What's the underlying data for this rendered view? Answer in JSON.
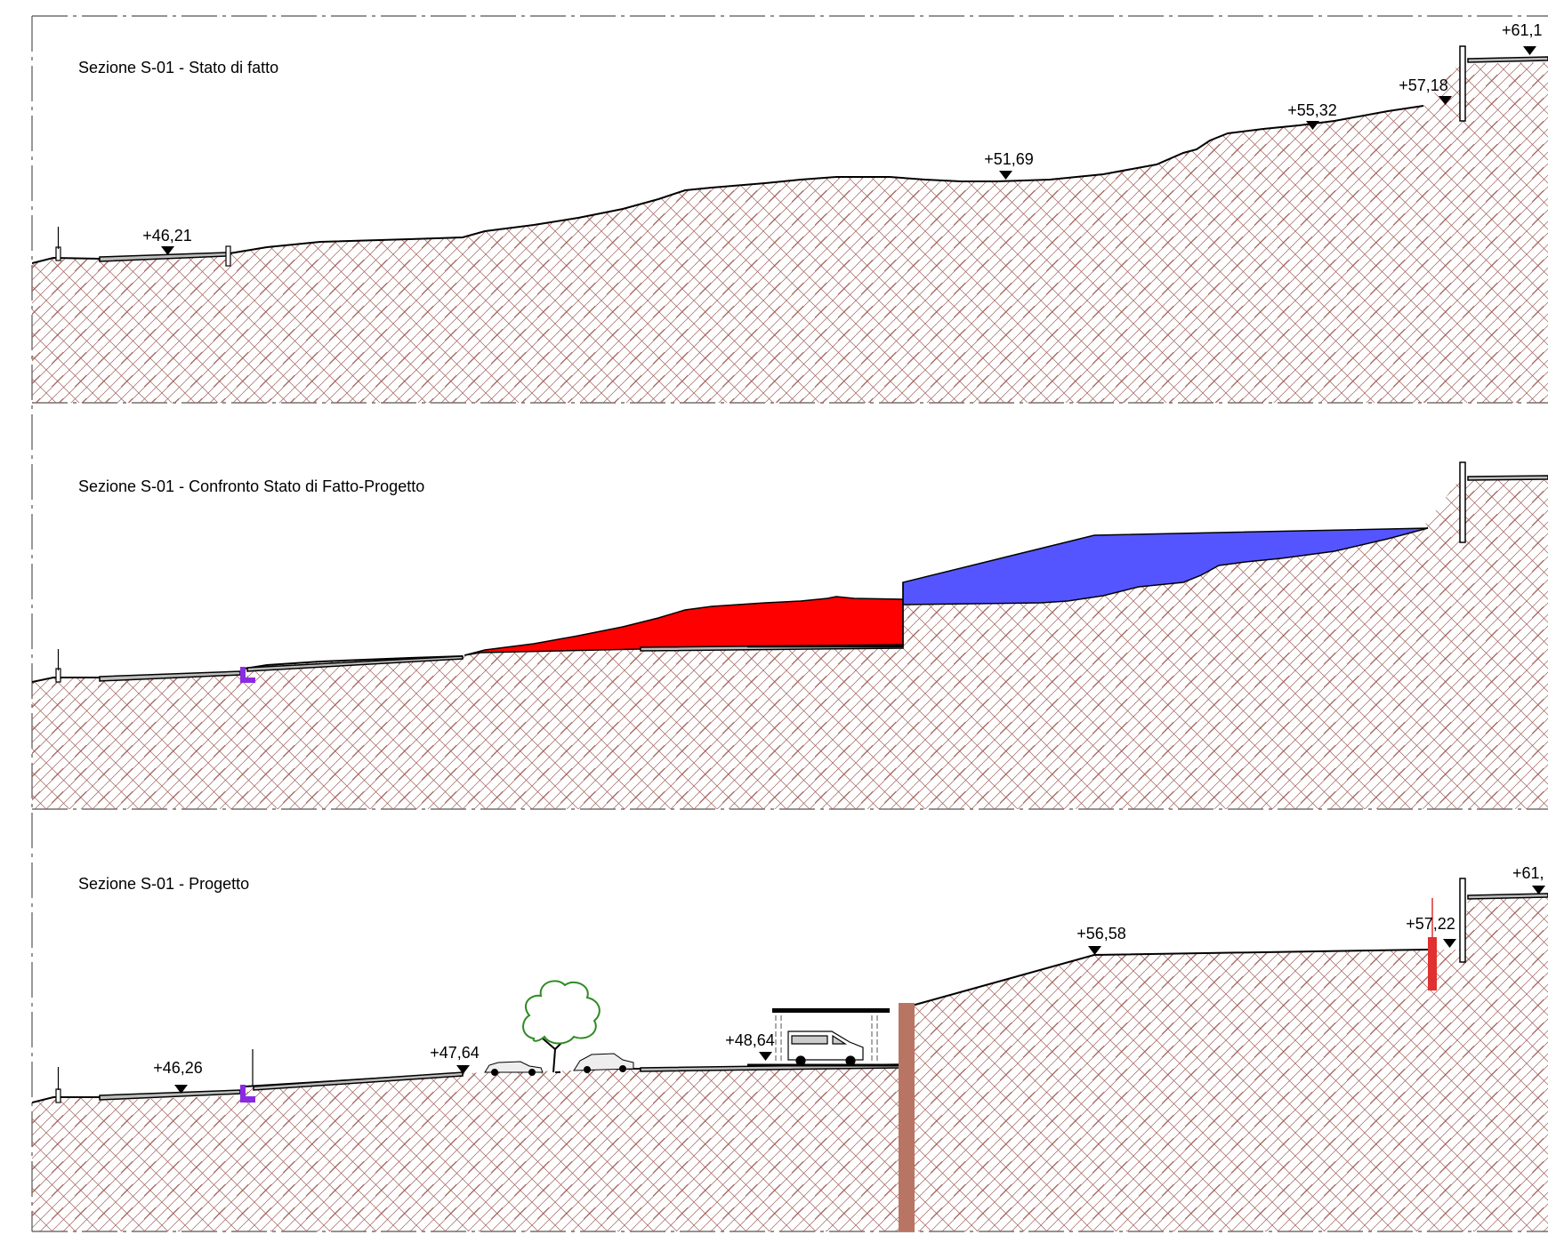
{
  "drawing": {
    "colors": {
      "hatch": "#a0605a",
      "cut_fill_red": "#ff0000",
      "fill_blue": "#5555ff",
      "retaining_wall": "#b87563",
      "curb_purple": "#8a2be2",
      "border_dash": "#555555"
    },
    "sections": [
      {
        "id": "s01-stato-di-fatto",
        "title": "Sezione S-01 - Stato di fatto",
        "levels": [
          "+46,21",
          "+51,69",
          "+55,32",
          "+57,18",
          "+61,1"
        ]
      },
      {
        "id": "s01-confronto",
        "title": "Sezione S-01 - Confronto Stato di Fatto-Progetto",
        "levels": []
      },
      {
        "id": "s01-progetto",
        "title": "Sezione S-01 - Progetto",
        "levels": [
          "+46,26",
          "+47,64",
          "+48,64",
          "+56,58",
          "+57,22",
          "+61,"
        ]
      }
    ]
  }
}
